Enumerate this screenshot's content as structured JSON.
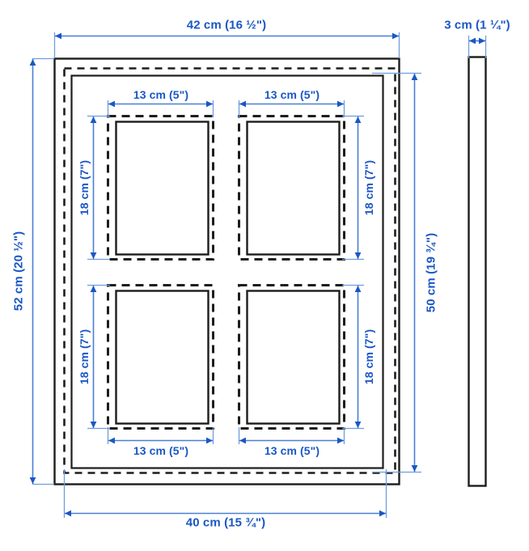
{
  "diagram": {
    "title": "Picture frame dimension drawing",
    "accent_color": "#1a57c4",
    "line_color": "#1d1d1b",
    "background_color": "#ffffff",
    "views": {
      "front": {
        "name": "front-view",
        "outer_width": "42 cm (16 ½\")",
        "outer_height": "52 cm (20 ½\")",
        "inner_width": "40 cm (15 ¾\")",
        "inner_height": "50 cm (19 ¾\")"
      },
      "side": {
        "name": "side-view",
        "thickness": "3 cm (1 ¼\")"
      }
    },
    "openings": [
      {
        "id": "top-left",
        "width_label": "13 cm (5\")",
        "height_label": "18 cm (7\")",
        "width_label_position": "top",
        "height_label_position": "left"
      },
      {
        "id": "top-right",
        "width_label": "13 cm (5\")",
        "height_label": "18 cm (7\")",
        "width_label_position": "top",
        "height_label_position": "right"
      },
      {
        "id": "bottom-left",
        "width_label": "13 cm (5\")",
        "height_label": "18 cm (7\")",
        "width_label_position": "bottom",
        "height_label_position": "left"
      },
      {
        "id": "bottom-right",
        "width_label": "13 cm (5\")",
        "height_label": "18 cm (7\")",
        "width_label_position": "bottom",
        "height_label_position": "right"
      }
    ],
    "labels": {
      "top_overall": "42 cm (16 ½\")",
      "side_thickness": "3 cm (1 ¼\")",
      "left_overall": "52 cm (20 ½\")",
      "right_inner": "50 cm (19 ¾\")",
      "bottom_inner": "40 cm (15 ¾\")",
      "opening_w_tl": "13 cm (5\")",
      "opening_w_tr": "13 cm (5\")",
      "opening_w_bl": "13 cm (5\")",
      "opening_w_br": "13 cm (5\")",
      "opening_h_tl": "18 cm (7\")",
      "opening_h_tr": "18 cm (7\")",
      "opening_h_bl": "18 cm (7\")",
      "opening_h_br": "18 cm (7\")"
    }
  }
}
